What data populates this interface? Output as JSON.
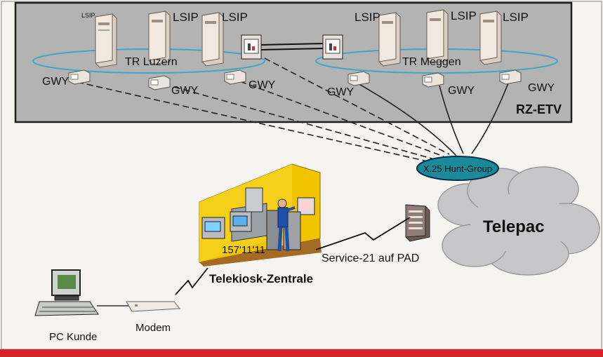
{
  "datacenter": {
    "name": "RZ-ETV",
    "ring_left": "TR Luzern",
    "ring_right": "TR Meggen",
    "lsip_label": "LSIP",
    "gwy_label": "GWY"
  },
  "network": {
    "hunt_group": "X.25 Hunt-Group",
    "cloud": "Telepac",
    "pad_link": "Service-21 auf PAD"
  },
  "kiosk": {
    "title": "Telekiosk-Zentrale",
    "number": "157'11'11"
  },
  "client": {
    "pc": "PC Kunde",
    "modem": "Modem"
  },
  "colors": {
    "ring": "#3fa6c8",
    "hunt_fill": "#1a8a9a",
    "cloud": "#c7c7c9",
    "accent_bar": "#d8222a",
    "kiosk_wall": "#f2c400"
  }
}
